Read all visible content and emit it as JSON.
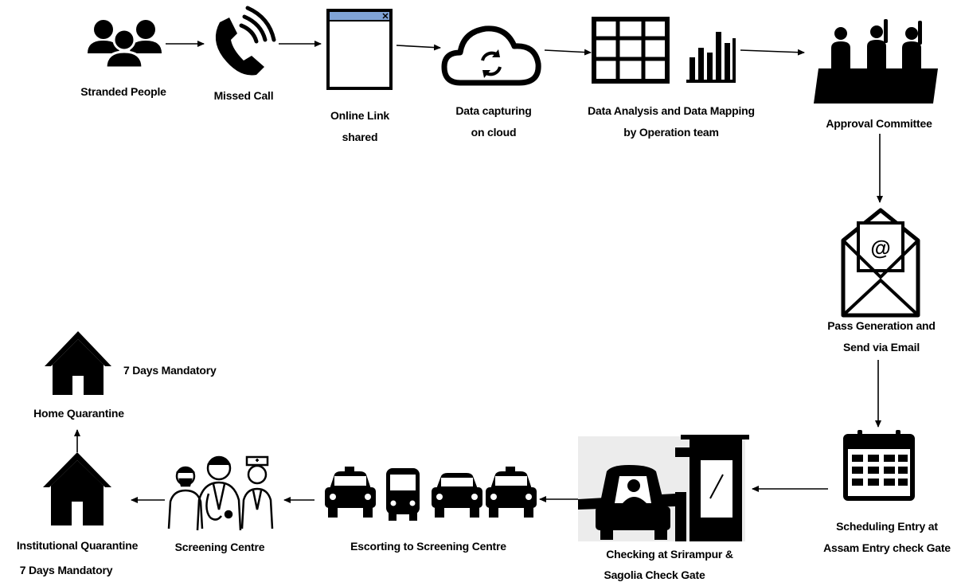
{
  "flow": {
    "stranded_people": "Stranded People",
    "missed_call": "Missed Call",
    "online_link_line1": "Online Link",
    "online_link_line2": "shared",
    "data_capturing_line1": "Data capturing",
    "data_capturing_line2": "on cloud",
    "data_analysis_line1": "Data Analysis and Data Mapping",
    "data_analysis_line2": "by Operation team",
    "approval_committee": "Approval Committee",
    "pass_generation_line1": "Pass Generation and",
    "pass_generation_line2": "Send via Email",
    "scheduling_line1": "Scheduling Entry at",
    "scheduling_line2": "Assam Entry check Gate",
    "checking_line1": "Checking at Srirampur &",
    "checking_line2": "Sagolia Check Gate",
    "escorting": "Escorting to Screening Centre",
    "screening_centre": "Screening Centre",
    "institutional_line1": "Institutional Quarantine",
    "institutional_line2": "7 Days Mandatory",
    "home_quarantine": "Home Quarantine",
    "home_days": "7 Days Mandatory"
  },
  "icons": {
    "email_symbol": "@",
    "stranded_people": "people-group-icon",
    "missed_call": "phone-ringing-icon",
    "online_link": "browser-window-icon",
    "cloud": "cloud-sync-icon",
    "table": "table-grid-icon",
    "bar_chart": "bar-chart-icon",
    "committee": "committee-icon",
    "email": "email-envelope-icon",
    "calendar": "calendar-icon",
    "check_gate": "check-gate-icon",
    "vehicles": "vehicles-icon",
    "medical_staff": "medical-staff-icon",
    "institutional_house": "house-icon",
    "home_house": "house-icon"
  },
  "colors": {
    "ink": "#000000",
    "window_titlebar": "#7fa3d6",
    "background": "#ffffff"
  }
}
